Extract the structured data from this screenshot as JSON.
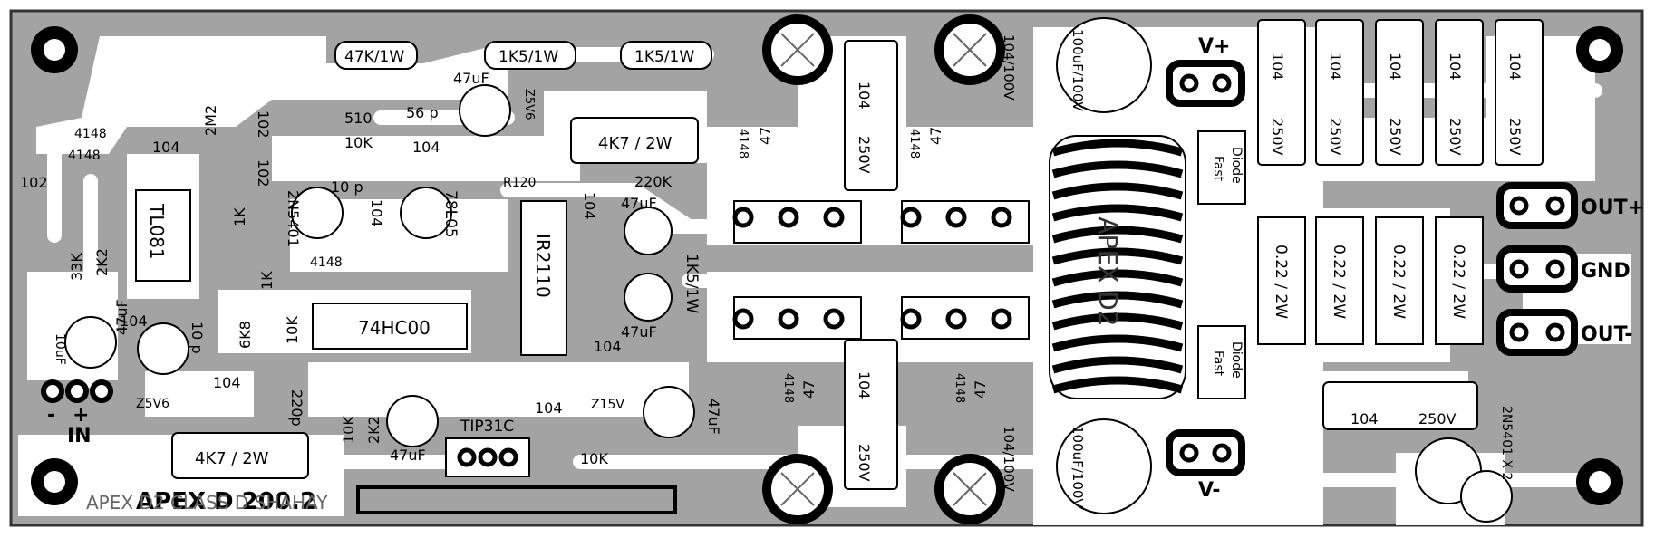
{
  "board": {
    "title": "APEX D 200.2",
    "mirror_text": "APEX D2 CLASS D SHAHAY",
    "heatsink_text": "APEX D2"
  },
  "connectors": {
    "input_label": "IN",
    "input_minus": "-",
    "input_plus": "+",
    "vplus": "V+",
    "vminus": "V-",
    "out_plus": "OUT+",
    "gnd": "GND",
    "out_minus": "OUT-"
  },
  "resistors": {
    "r47k": "47K/1W",
    "r1k5a": "1K5/1W",
    "r1k5b": "1K5/1W",
    "r1k5c": "1K5/1W",
    "r2m2": "2M2",
    "r510": "510",
    "r10k_top": "10K",
    "r220k": "220K",
    "r4k7_top": "4K7 / 2W",
    "r4k7_bottom": "4K7 / 2W",
    "r120": "R120",
    "r1k_a": "1K",
    "r1k_b": "1K",
    "r33k": "33K",
    "r2k2_left": "2K2",
    "r6k8": "6K8",
    "r10k_mid": "10K",
    "r10k_low": "10K",
    "r2k2_low": "2K2",
    "r10k_bottom": "10K",
    "r47_1": "47",
    "r47_2": "47",
    "r47_3": "47",
    "r47_4": "47",
    "r022_1": "0.22 / 2W",
    "r022_2": "0.22 / 2W",
    "r022_3": "0.22 / 2W",
    "r022_4": "0.22 / 2W"
  },
  "capacitors": {
    "c102_a": "102",
    "c102_b": "102",
    "c102_c": "102",
    "c104_tl": "104",
    "c104_tl2": "104",
    "c104_mid": "104",
    "c104_78": "104",
    "c104_left": "104",
    "c104_bottom": "104",
    "c104_tip": "104",
    "c104_ir_a": "104",
    "c104_ir_b": "104",
    "c56p": "56 p",
    "c10p_a": "10 p",
    "c10p_b": "10 p",
    "c220p": "220p",
    "c47u_top": "47uF",
    "c47u_ir_a": "47uF",
    "c47u_ir_b": "47uF",
    "c47u_left": "47uF",
    "c47u_low": "47uF",
    "c47u_tip": "47uF",
    "c10u": "10uF",
    "c104_100v_top": "104/100V",
    "c104_100v_bot": "104/100V",
    "c100u_top": "100uF/100V",
    "c100u_bot": "100uF/100V",
    "c104_250_a": "104",
    "c250_a": "250V",
    "c104_250_b": "104",
    "c250_b": "250V",
    "c_bank_104": "104",
    "c_bank_250": "250V",
    "c_out_104": "104",
    "c_out_250": "250V"
  },
  "semis": {
    "d4148_a": "4148",
    "d4148_b": "4148",
    "d4148_c": "4148",
    "d4148_g1": "4148",
    "d4148_g2": "4148",
    "d4148_g3": "4148",
    "d4148_g4": "4148",
    "z5v6_a": "Z5V6",
    "z5v6_b": "Z5V6",
    "z15v": "Z15V",
    "tl081": "TL081",
    "hc00": "74HC00",
    "ir2110": "IR2110",
    "q2n5401": "2N5401",
    "q78l05": "78L05",
    "tip31c": "TIP31C",
    "q_pair": "2N5401 X 2",
    "fast_diode_top_1": "Fast",
    "fast_diode_top_2": "Diode",
    "fast_diode_bot_1": "Fast",
    "fast_diode_bot_2": "Diode"
  }
}
